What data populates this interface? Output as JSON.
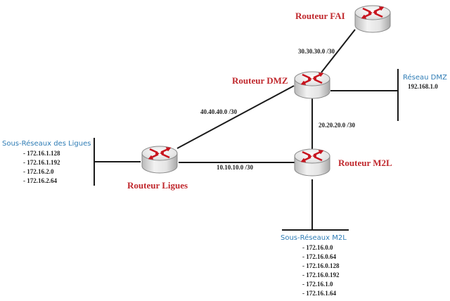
{
  "colors": {
    "router_label": "#c0282d",
    "network_title": "#2e7cb5",
    "text": "#222222",
    "wire": "#1a1a1a",
    "router_arrow": "#c8141e"
  },
  "routers": {
    "fai": {
      "label": "Routeur FAI",
      "icon": "router-icon"
    },
    "dmz": {
      "label": "Routeur DMZ",
      "icon": "router-icon"
    },
    "ligues": {
      "label": "Routeur Ligues",
      "icon": "router-icon"
    },
    "m2l": {
      "label": "Routeur M2L",
      "icon": "router-icon"
    }
  },
  "links": {
    "fai_dmz": {
      "label": "30.30.30.0 /30"
    },
    "dmz_ligues": {
      "label": "40.40.40.0 /30"
    },
    "dmz_m2l": {
      "label": "20.20.20.0 /30"
    },
    "ligues_m2l": {
      "label": "10.10.10.0 /30"
    }
  },
  "networks": {
    "dmz": {
      "title": "Réseau DMZ",
      "items": [
        "192.168.1.0"
      ]
    },
    "ligues": {
      "title": "Sous-Réseaux des Ligues",
      "items": [
        "- 172.16.1.128",
        "- 172.16.1.192",
        "- 172.16.2.0",
        "- 172.16.2.64"
      ]
    },
    "m2l": {
      "title": "Sous-Réseaux M2L",
      "items": [
        "- 172.16.0.0",
        "- 172.16.0.64",
        "- 172.16.0.128",
        "- 172.16.0.192",
        "- 172.16.1.0",
        "- 172.16.1.64"
      ]
    }
  }
}
